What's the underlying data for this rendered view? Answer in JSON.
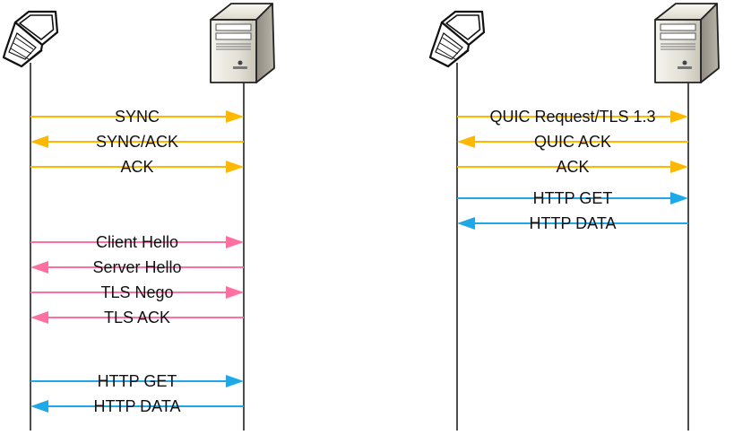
{
  "colors": {
    "tcp": "#FFB800",
    "tls": "#FF6FA0",
    "http": "#1EA8E8",
    "lifeline": "#111111"
  },
  "left_diagram": {
    "client_icon": "laptop-icon",
    "server_icon": "server-tower-icon",
    "messages": [
      {
        "label": "SYNC",
        "direction": "to-server",
        "kind": "tcp"
      },
      {
        "label": "SYNC/ACK",
        "direction": "to-client",
        "kind": "tcp"
      },
      {
        "label": "ACK",
        "direction": "to-server",
        "kind": "tcp"
      },
      {
        "label": "Client Hello",
        "direction": "to-server",
        "kind": "tls"
      },
      {
        "label": "Server Hello",
        "direction": "to-client",
        "kind": "tls"
      },
      {
        "label": "TLS Nego",
        "direction": "to-server",
        "kind": "tls"
      },
      {
        "label": "TLS ACK",
        "direction": "to-client",
        "kind": "tls"
      },
      {
        "label": "HTTP GET",
        "direction": "to-server",
        "kind": "http"
      },
      {
        "label": "HTTP DATA",
        "direction": "to-client",
        "kind": "http"
      }
    ]
  },
  "right_diagram": {
    "client_icon": "laptop-icon",
    "server_icon": "server-tower-icon",
    "messages": [
      {
        "label": "QUIC Request/TLS 1.3",
        "direction": "to-server",
        "kind": "tcp"
      },
      {
        "label": "QUIC ACK",
        "direction": "to-client",
        "kind": "tcp"
      },
      {
        "label": "ACK",
        "direction": "to-server",
        "kind": "tcp"
      },
      {
        "label": "HTTP GET",
        "direction": "to-server",
        "kind": "http"
      },
      {
        "label": "HTTP DATA",
        "direction": "to-client",
        "kind": "http"
      }
    ]
  }
}
